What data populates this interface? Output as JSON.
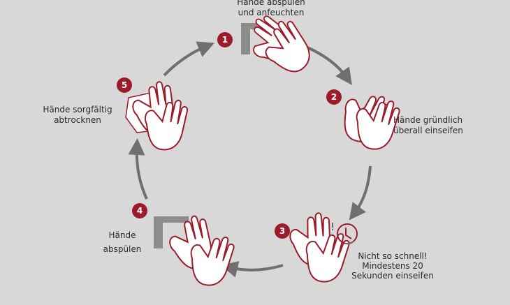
{
  "title": "Händewaschen in 5 Schritten",
  "colors": {
    "background": "#d8d8d8",
    "accent": "#9b1b2a",
    "arrow": "#6f6f6f",
    "faucet": "#8c8c8c"
  },
  "steps": [
    {
      "number": "1",
      "line1": "Hände abspülen",
      "line2": "und anfeuchten",
      "icon": "faucet-hands-icon"
    },
    {
      "number": "2",
      "line1": "Hände gründlich",
      "line2": "überall einseifen",
      "icon": "soaping-hands-icon"
    },
    {
      "number": "3",
      "line1": "Nicht so schnell!",
      "line2": "Mindestens 20",
      "line3": "Sekunden einseifen",
      "icon": "clock-icon",
      "exclamation": "!"
    },
    {
      "number": "4",
      "line1": "Hände",
      "line2": "abspülen",
      "icon": "faucet-hands-icon"
    },
    {
      "number": "5",
      "line1": "Hände sorgfältig",
      "line2": "abtrocknen",
      "icon": "towel-hands-icon"
    }
  ]
}
